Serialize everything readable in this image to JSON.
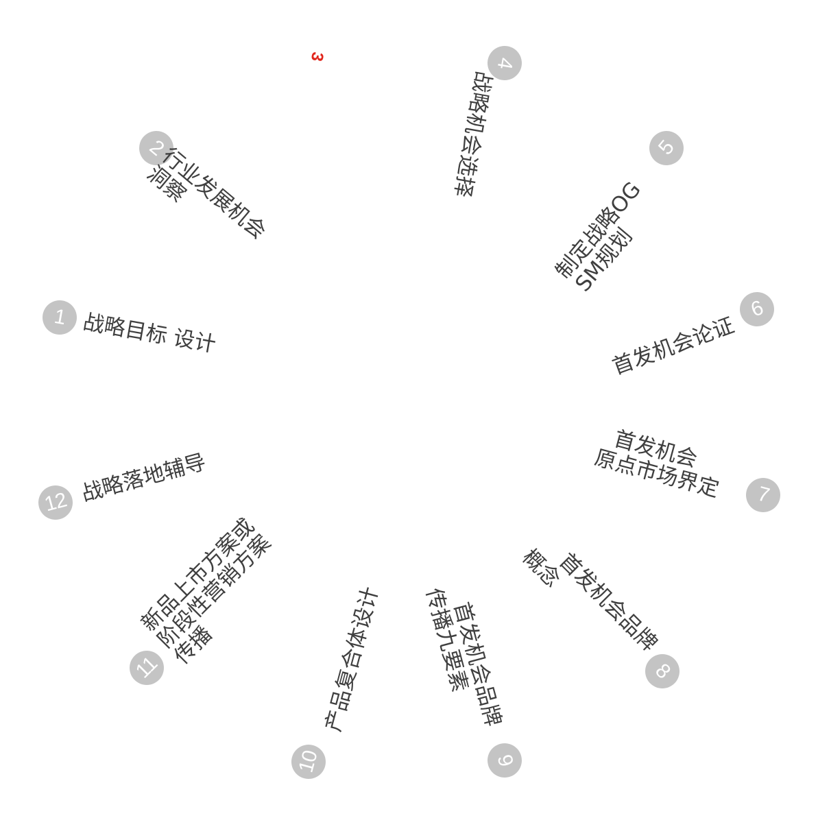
{
  "steps": [
    {
      "num": "1",
      "lines": [
        "战略目标 设计"
      ]
    },
    {
      "num": "2",
      "lines": [
        "行业发展机会",
        "洞察"
      ]
    },
    {
      "num": "3",
      "lines": []
    },
    {
      "num": "4",
      "lines": [
        "战略机会选择"
      ]
    },
    {
      "num": "5",
      "lines": [
        "制定战略OG",
        "SM规划"
      ]
    },
    {
      "num": "6",
      "lines": [
        "首发机会论证"
      ]
    },
    {
      "num": "7",
      "lines": [
        "首发机会",
        "原点市场界定"
      ]
    },
    {
      "num": "8",
      "lines": [
        "首发机会品牌",
        "概念"
      ]
    },
    {
      "num": "9",
      "lines": [
        "首发机会品牌",
        "传播九要素"
      ]
    },
    {
      "num": "10",
      "lines": [
        "产品复合体设计"
      ]
    },
    {
      "num": "11",
      "lines": [
        "新品上市方案或",
        "阶段性营销方案",
        "传播"
      ]
    },
    {
      "num": "12",
      "lines": [
        "战略落地辅导"
      ]
    }
  ],
  "colors": {
    "badge": "#c4c4c4",
    "badge_text": "#ffffff",
    "label": "#3f3f3f",
    "highlight": "#e1261c"
  }
}
